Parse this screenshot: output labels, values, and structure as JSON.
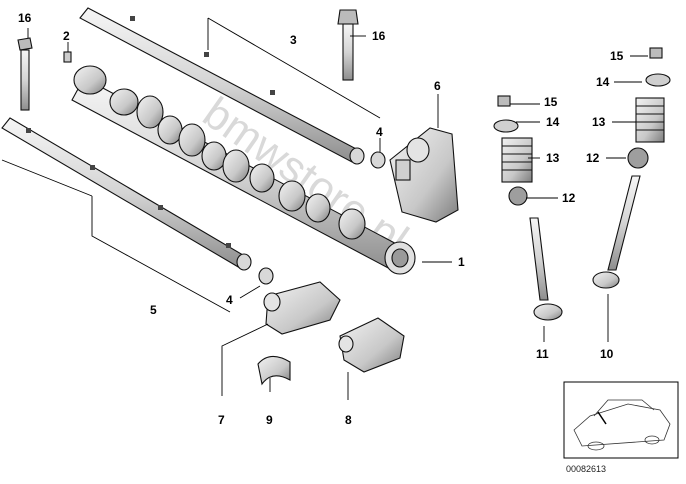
{
  "callouts": {
    "n1": "1",
    "n2": "2",
    "n3": "3",
    "n4a": "4",
    "n4b": "4",
    "n5": "5",
    "n6": "6",
    "n7": "7",
    "n8": "8",
    "n9": "9",
    "n10": "10",
    "n11": "11",
    "n12a": "12",
    "n12b": "12",
    "n13a": "13",
    "n13b": "13",
    "n14a": "14",
    "n14b": "14",
    "n15a": "15",
    "n15b": "15",
    "n16a": "16",
    "n16b": "16"
  },
  "watermark": "bmwstore.pl",
  "diagram_code": "00082613",
  "colors": {
    "ink": "#000000",
    "part_fill": "#e6e6e6",
    "part_shade": "#9a9a9a",
    "watermark": "#d9d9d9"
  }
}
